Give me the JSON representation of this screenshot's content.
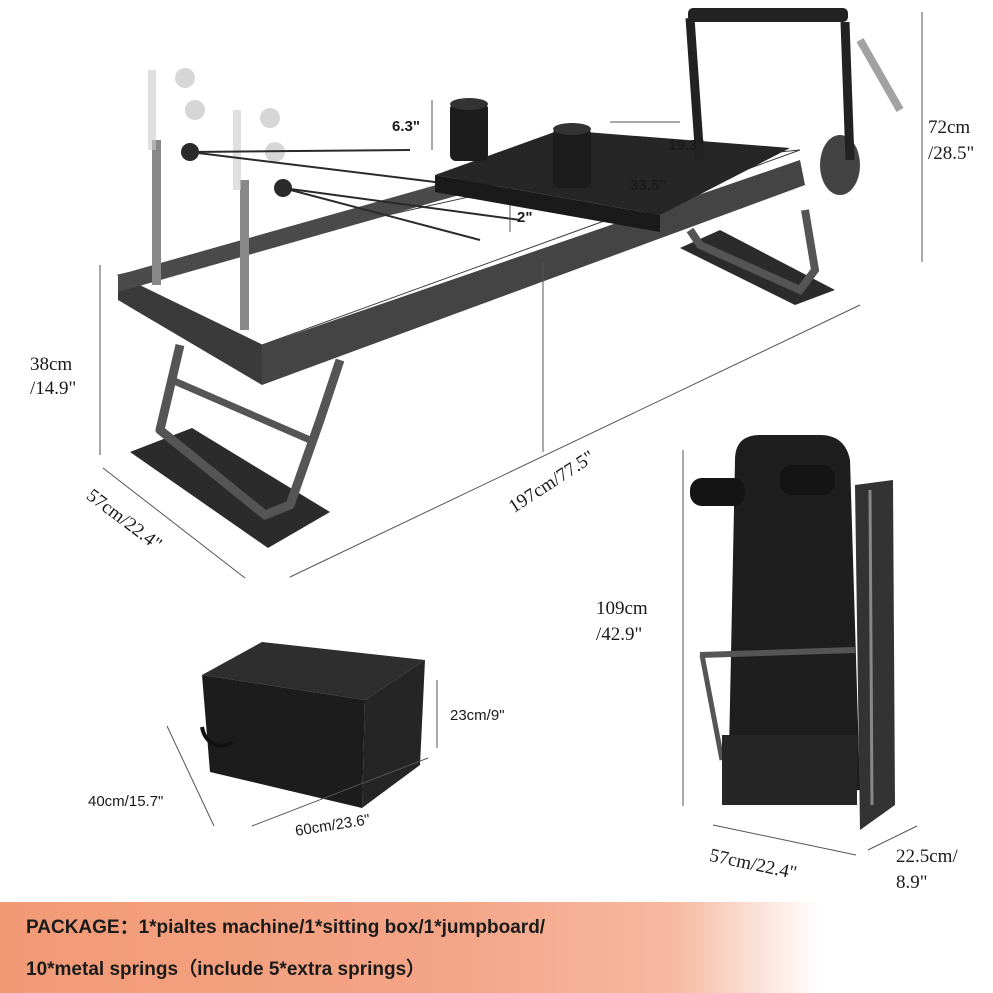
{
  "dimensions": {
    "height_frame_cm": "38cm",
    "height_frame_in": "/14.9\"",
    "width_frame": "57cm/22.4\"",
    "length_frame": "197cm/77.5\"",
    "height_total_cm": "72cm",
    "height_total_in": "/28.5\"",
    "shoulder_height": "6.3\"",
    "carriage_width": "19.3\"",
    "carriage_length": "33.5\"",
    "carriage_thickness": "2\"",
    "box_height": "23cm/9\"",
    "box_depth": "40cm/15.7\"",
    "box_length": "60cm/23.6\"",
    "folded_height_cm": "109cm",
    "folded_height_in": "/42.9\"",
    "folded_width": "57cm/22.4\"",
    "folded_depth_cm": "22.5cm/",
    "folded_depth_in": "8.9\""
  },
  "package": {
    "line1": "PACKAGE：1*pialtes machine/1*sitting box/1*jumpboard/",
    "line2": "10*metal springs（include 5*extra springs）"
  },
  "colors": {
    "frame": "#3a3a3a",
    "upholstery": "#1c1c1c",
    "banner": "#f29a76"
  }
}
